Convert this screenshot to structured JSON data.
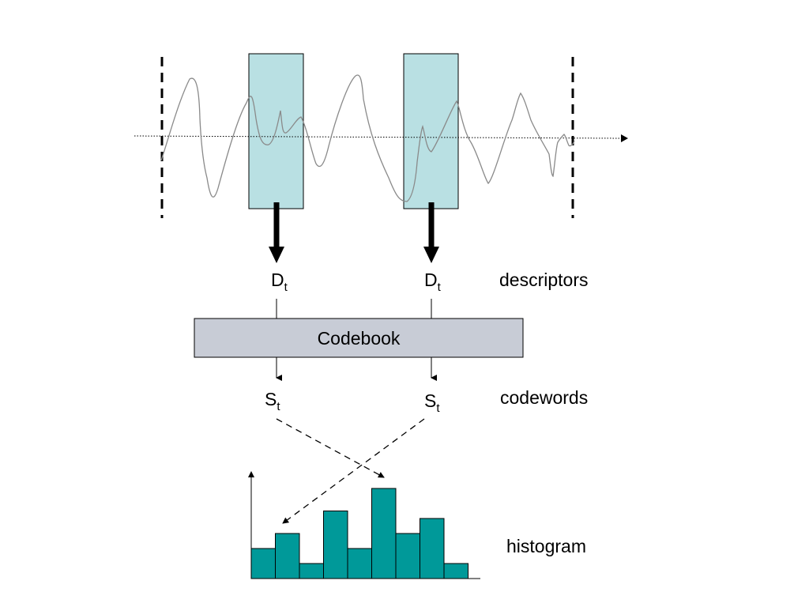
{
  "colors": {
    "window_fill": "#b9e0e3",
    "codebook_fill": "#c8ccd6",
    "bar_fill": "#009999",
    "signal_stroke": "#8a8a8a",
    "ink": "#000000"
  },
  "descriptors": [
    {
      "symbol": "D",
      "subscript": "t"
    },
    {
      "symbol": "D",
      "subscript": "t"
    }
  ],
  "codewords": [
    {
      "symbol": "S",
      "subscript": "t"
    },
    {
      "symbol": "S",
      "subscript": "t"
    }
  ],
  "codebook_label": "Codebook",
  "side_labels": {
    "descriptors": "descriptors",
    "codewords": "codewords",
    "histogram": "histogram"
  },
  "histogram": {
    "bar_heights_relative": [
      2,
      3,
      1,
      4.5,
      2,
      6,
      3,
      4,
      1
    ]
  }
}
